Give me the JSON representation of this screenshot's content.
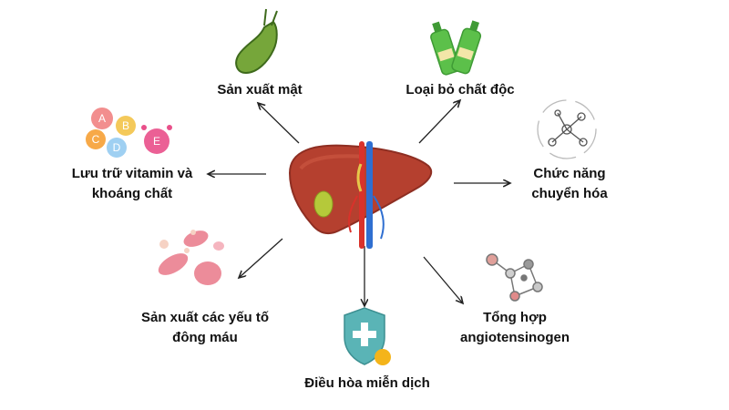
{
  "functions": {
    "bile": {
      "lines": [
        "Sản xuất mật"
      ]
    },
    "detox": {
      "lines": [
        "Loại bỏ chất độc"
      ]
    },
    "vitamin_storage": {
      "lines": [
        "Lưu trữ vitamin và",
        "khoáng chất"
      ],
      "vitamin_letters": [
        "A",
        "B",
        "C",
        "D",
        "E"
      ]
    },
    "metabolism": {
      "lines": [
        "Chức năng",
        "chuyển hóa"
      ]
    },
    "clotting": {
      "lines": [
        "Sản xuất các yếu tố",
        "đông máu"
      ]
    },
    "angiotensinogen": {
      "lines": [
        "Tổng hợp",
        "angiotensinogen"
      ]
    },
    "immune": {
      "lines": [
        "Điều hòa miễn dịch"
      ]
    }
  },
  "colors": {
    "liver": "#b5402f",
    "liver_dark": "#8e2e22",
    "gallbladder": "#b5c93a",
    "artery": "#d9322b",
    "vein": "#2f6fd1",
    "bottle": "#5cc04a",
    "shield": "#5ab4b6",
    "sun": "#f4b41a",
    "blood_cell": "#ec8c9a",
    "arrow": "#222222"
  }
}
